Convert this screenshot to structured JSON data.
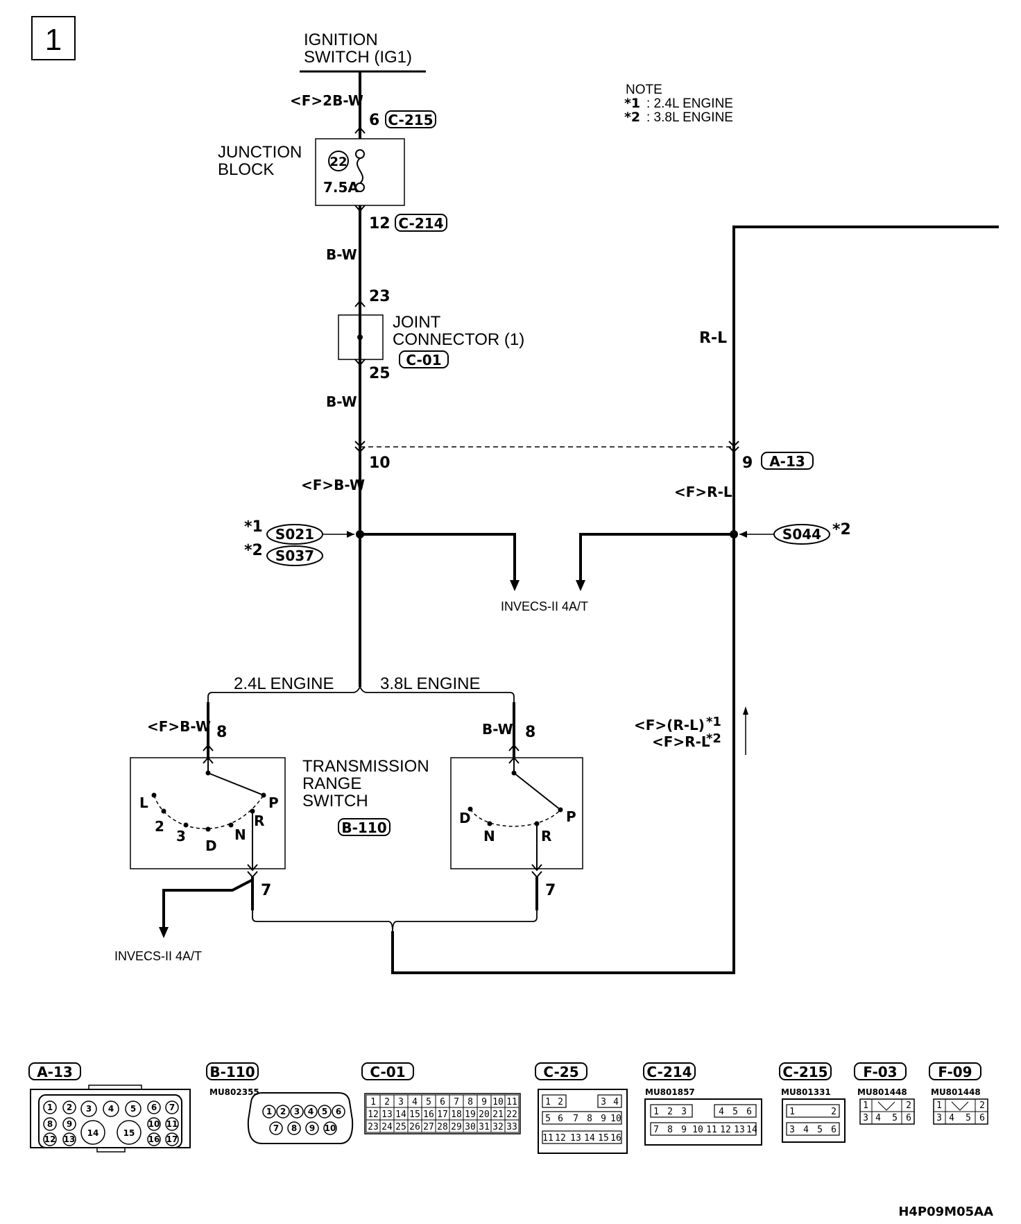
{
  "page_number": "1",
  "note": {
    "title": "NOTE",
    "items": [
      {
        "mark": "*1",
        "text": ": 2.4L ENGINE"
      },
      {
        "mark": "*2",
        "text": ": 3.8L ENGINE"
      }
    ]
  },
  "ignition": {
    "line1": "IGNITION",
    "line2": "SWITCH (IG1)"
  },
  "labels": {
    "f_2b_w": "<F>2B-W",
    "pin_6": "6",
    "c215": "C-215",
    "junction_block_1": "JUNCTION",
    "junction_block_2": "BLOCK",
    "fuse_no": "22",
    "fuse_rating": "7.5A",
    "pin_12": "12",
    "c214": "C-214",
    "bw_1": "B-W",
    "pin_23": "23",
    "joint_1": "JOINT",
    "joint_2": "CONNECTOR (1)",
    "c01": "C-01",
    "pin_25": "25",
    "bw_2": "B-W",
    "pin_10": "10",
    "pin_9": "9",
    "a13": "A-13",
    "rl_top": "R-L",
    "f_bw": "<F>B-W",
    "f_rl": "<F>R-L",
    "star1": "*1",
    "star2": "*2",
    "s021": "S021",
    "s037": "S037",
    "s044": "S044",
    "star2b": "*2",
    "invecs_1": "INVECS-II 4A/T",
    "invecs_2": "INVECS-II 4A/T",
    "eng24": "2.4L ENGINE",
    "eng38": "3.8L ENGINE",
    "f_bw_left": "<F>B-W",
    "pin_8a": "8",
    "bw_right": "B-W",
    "pin_8b": "8",
    "f_rl_paren": "<F>(R-L)",
    "f_rl_2": "<F>R-L",
    "star1c": "*1",
    "star2c": "*2",
    "trs_1": "TRANSMISSION",
    "trs_2": "RANGE",
    "trs_3": "SWITCH",
    "b110": "B-110",
    "pos_L": "L",
    "pos_2": "2",
    "pos_3": "3",
    "pos_D": "D",
    "pos_N": "N",
    "pos_R": "R",
    "pos_P": "P",
    "pos_D2": "D",
    "pos_N2": "N",
    "pos_R2": "R",
    "pos_P2": "P",
    "pin_7a": "7",
    "pin_7b": "7"
  },
  "connectors": {
    "a13": {
      "name": "A-13"
    },
    "b110": {
      "name": "B-110",
      "part": "MU802355"
    },
    "c01": {
      "name": "C-01"
    },
    "c25": {
      "name": "C-25"
    },
    "c214": {
      "name": "C-214",
      "part": "MU801857"
    },
    "c215": {
      "name": "C-215",
      "part": "MU801331"
    },
    "f03": {
      "name": "F-03",
      "part": "MU801448"
    },
    "f09": {
      "name": "F-09",
      "part": "MU801448"
    }
  },
  "footer_code": "H4P09M05AA"
}
